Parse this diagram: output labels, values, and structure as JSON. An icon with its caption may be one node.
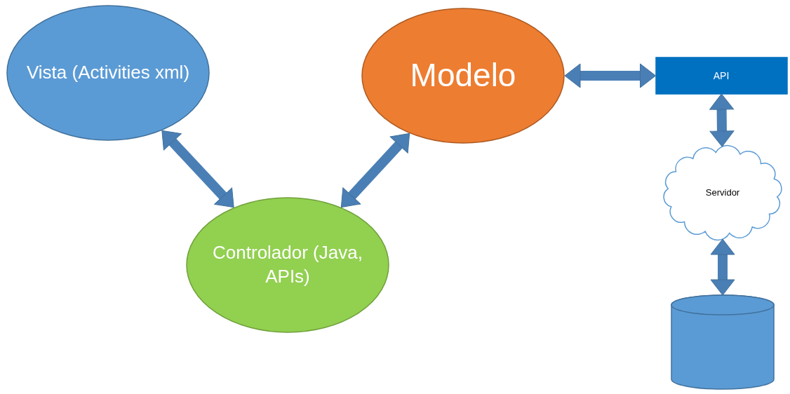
{
  "diagram": {
    "nodes": [
      {
        "text": [
          "Vista (Activities xml)"
        ]
      },
      {
        "text": [
          "Modelo"
        ]
      },
      {
        "text": [
          "API"
        ]
      },
      {
        "text": [
          "Controlador (Java, APIs)"
        ]
      },
      {
        "text": [
          "Servidor"
        ]
      },
      {
        "text": [],
        "shape": "cylinder"
      }
    ],
    "edges": [
      {
        "from": 0,
        "to": 3,
        "arrow": "both"
      },
      {
        "from": 3,
        "to": 1,
        "arrow": "both"
      },
      {
        "from": 1,
        "to": 2,
        "arrow": "both"
      },
      {
        "from": 2,
        "to": 4,
        "arrow": "both"
      },
      {
        "from": 4,
        "to": 5,
        "arrow": "both"
      }
    ]
  }
}
